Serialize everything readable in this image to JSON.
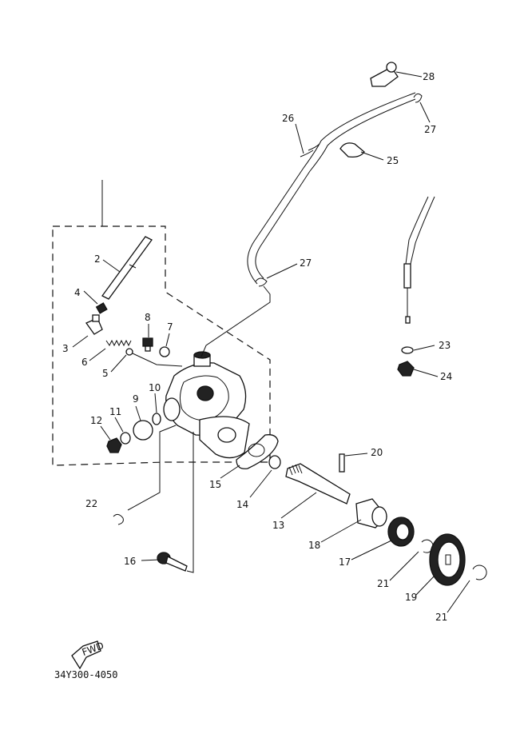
{
  "callouts": [
    "2",
    "4",
    "3",
    "6",
    "5",
    "8",
    "7",
    "9",
    "10",
    "11",
    "12",
    "15",
    "14",
    "13",
    "18",
    "17",
    "20",
    "22",
    "16",
    "21",
    "19",
    "21",
    "23",
    "24",
    "26",
    "27",
    "28",
    "27",
    "25"
  ],
  "diagram_code": "34Y300-4050",
  "fwd_label": "FWD"
}
